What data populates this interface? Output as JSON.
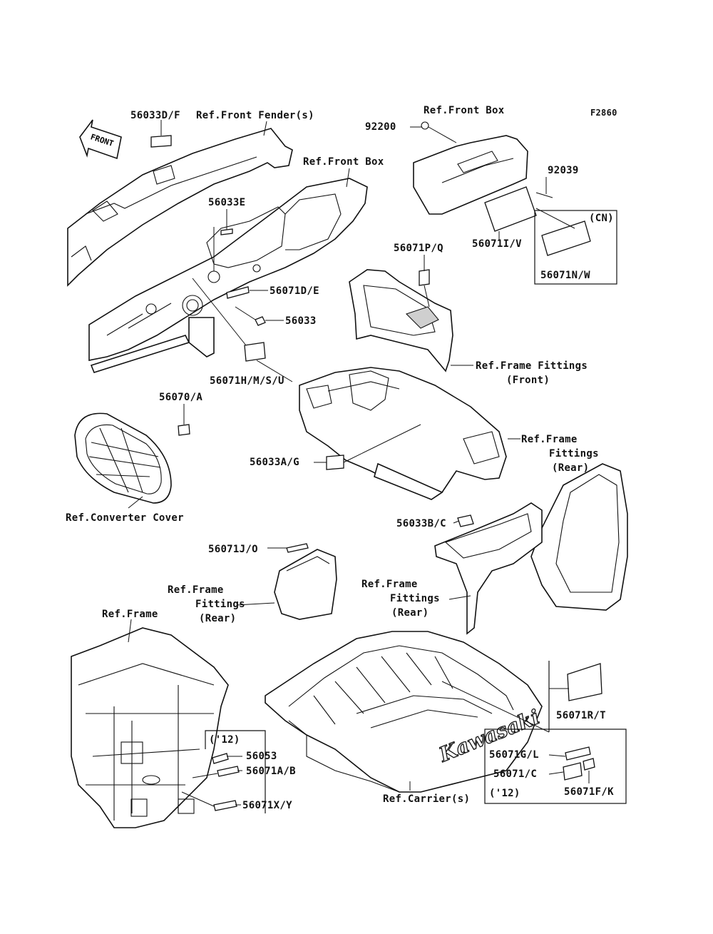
{
  "figure_code": "F2860",
  "front_arrow": "FRONT",
  "brand_logo": "Kawasaki",
  "parts": {
    "p56033DF": "56033D/F",
    "p56033E": "56033E",
    "p56071DE": "56071D/E",
    "p56033": "56033",
    "p56071HMSU": "56071H/M/S/U",
    "p92200": "92200",
    "p92039": "92039",
    "p56071IV": "56071I/V",
    "p56071NW": "56071N/W",
    "cn_tag": "(CN)",
    "p56071PQ": "56071P/Q",
    "p56070A": "56070/A",
    "p56033AG": "56033A/G",
    "p56033BC": "56033B/C",
    "p56071JO": "56071J/O",
    "p56071RT": "56071R/T",
    "p56053": "56053",
    "p56071AB": "56071A/B",
    "p56071XY": "56071X/Y",
    "y12_left": "('12)",
    "p56071GL": "56071G/L",
    "p56071C": "56071/C",
    "p56071FK": "56071F/K",
    "y12_right": "('12)"
  },
  "refs": {
    "front_fender": "Ref.Front Fender(s)",
    "front_box_main": "Ref.Front Box",
    "front_box_top": "Ref.Front Box",
    "frame_fittings_front_1": "Ref.Frame Fittings",
    "frame_fittings_front_2": "(Front)",
    "frame_fittings_rear_a1": "Ref.Frame",
    "frame_fittings_rear_a2": "Fittings",
    "frame_fittings_rear_a3": "(Rear)",
    "converter_cover": "Ref.Converter Cover",
    "frame_fittings_rear_b1": "Ref.Frame",
    "frame_fittings_rear_b2": "Fittings",
    "frame_fittings_rear_b3": "(Rear)",
    "frame_fittings_rear_c1": "Ref.Frame",
    "frame_fittings_rear_c2": "Fittings",
    "frame_fittings_rear_c3": "(Rear)",
    "frame": "Ref.Frame",
    "carrier": "Ref.Carrier(s)"
  }
}
